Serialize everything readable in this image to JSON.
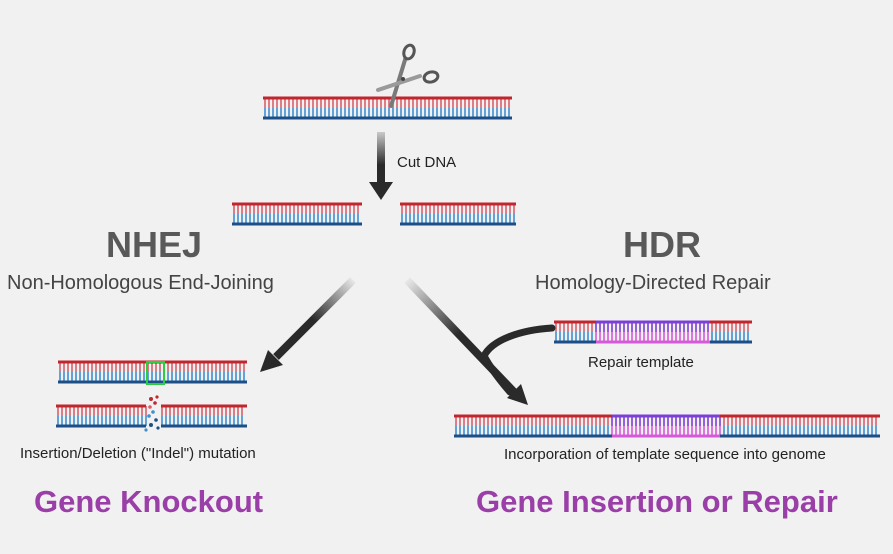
{
  "step_label": "Cut DNA",
  "nhej": {
    "title": "NHEJ",
    "subtitle": "Non-Homologous End-Joining",
    "mutation_label": "Insertion/Deletion (\"Indel\") mutation",
    "outcome": "Gene Knockout"
  },
  "hdr": {
    "title": "HDR",
    "subtitle": "Homology-Directed Repair",
    "template_label": "Repair template",
    "incorporation_label": "Incorporation of template sequence into genome",
    "outcome": "Gene Insertion or Repair"
  },
  "icons": [
    "scissors-icon",
    "down-arrow-icon",
    "branch-arrow-icon",
    "curved-arrow-icon"
  ],
  "colors": {
    "top_strand": "#c0262d",
    "bottom_strand": "#1d4f86",
    "rung_top": "#d9606a",
    "rung_bottom": "#3f8fd0",
    "template_top": "#7b3fd6",
    "template_bottom": "#d45ad8",
    "insertion": "#2ecc40",
    "outcome_text": "#9b3fa8",
    "arrow": "#2a2a2a"
  }
}
